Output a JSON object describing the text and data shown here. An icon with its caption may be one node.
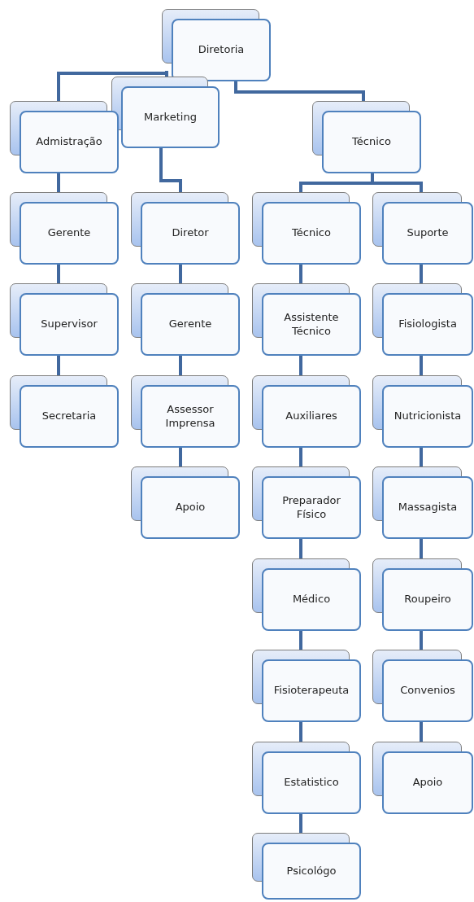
{
  "diagram": {
    "nodes": [
      {
        "text": [
          "Diretoria"
        ]
      },
      {
        "text": [
          "Marketing"
        ]
      },
      {
        "text": [
          "Admistração"
        ]
      },
      {
        "text": [
          "Técnico"
        ]
      },
      {
        "text": [
          "Gerente"
        ]
      },
      {
        "text": [
          "Supervisor"
        ]
      },
      {
        "text": [
          "Secretaria"
        ]
      },
      {
        "text": [
          "Diretor"
        ]
      },
      {
        "text": [
          "Gerente"
        ]
      },
      {
        "text": [
          "Assessor Imprensa"
        ]
      },
      {
        "text": [
          "Apoio"
        ]
      },
      {
        "text": [
          "Técnico"
        ]
      },
      {
        "text": [
          "Assistente Técnico"
        ]
      },
      {
        "text": [
          "Auxiliares"
        ]
      },
      {
        "text": [
          "Preparador Físico"
        ]
      },
      {
        "text": [
          "Médico"
        ]
      },
      {
        "text": [
          "Fisioterapeuta"
        ]
      },
      {
        "text": [
          "Estatistico"
        ]
      },
      {
        "text": [
          "Psicológo"
        ]
      },
      {
        "text": [
          "Suporte"
        ]
      },
      {
        "text": [
          "Fisiologista"
        ]
      },
      {
        "text": [
          "Nutricionista"
        ]
      },
      {
        "text": [
          "Massagista"
        ]
      },
      {
        "text": [
          "Roupeiro"
        ]
      },
      {
        "text": [
          "Convenios"
        ]
      },
      {
        "text": [
          "Apoio"
        ]
      }
    ],
    "edges": [
      {
        "from": 0,
        "to": 2,
        "arrow": "none"
      },
      {
        "from": 0,
        "to": 1,
        "arrow": "none"
      },
      {
        "from": 0,
        "to": 3,
        "arrow": "none"
      },
      {
        "from": 2,
        "to": 4,
        "arrow": "none"
      },
      {
        "from": 4,
        "to": 5,
        "arrow": "none"
      },
      {
        "from": 5,
        "to": 6,
        "arrow": "none"
      },
      {
        "from": 1,
        "to": 7,
        "arrow": "none"
      },
      {
        "from": 7,
        "to": 8,
        "arrow": "none"
      },
      {
        "from": 8,
        "to": 9,
        "arrow": "none"
      },
      {
        "from": 9,
        "to": 10,
        "arrow": "none"
      },
      {
        "from": 3,
        "to": 11,
        "arrow": "none"
      },
      {
        "from": 3,
        "to": 19,
        "arrow": "none"
      },
      {
        "from": 11,
        "to": 12,
        "arrow": "none"
      },
      {
        "from": 12,
        "to": 13,
        "arrow": "none"
      },
      {
        "from": 13,
        "to": 14,
        "arrow": "none"
      },
      {
        "from": 14,
        "to": 15,
        "arrow": "none"
      },
      {
        "from": 15,
        "to": 16,
        "arrow": "none"
      },
      {
        "from": 16,
        "to": 17,
        "arrow": "none"
      },
      {
        "from": 17,
        "to": 18,
        "arrow": "none"
      },
      {
        "from": 19,
        "to": 20,
        "arrow": "none"
      },
      {
        "from": 20,
        "to": 21,
        "arrow": "none"
      },
      {
        "from": 21,
        "to": 22,
        "arrow": "none"
      },
      {
        "from": 22,
        "to": 23,
        "arrow": "none"
      },
      {
        "from": 23,
        "to": 24,
        "arrow": "none"
      },
      {
        "from": 24,
        "to": 25,
        "arrow": "none"
      }
    ]
  }
}
